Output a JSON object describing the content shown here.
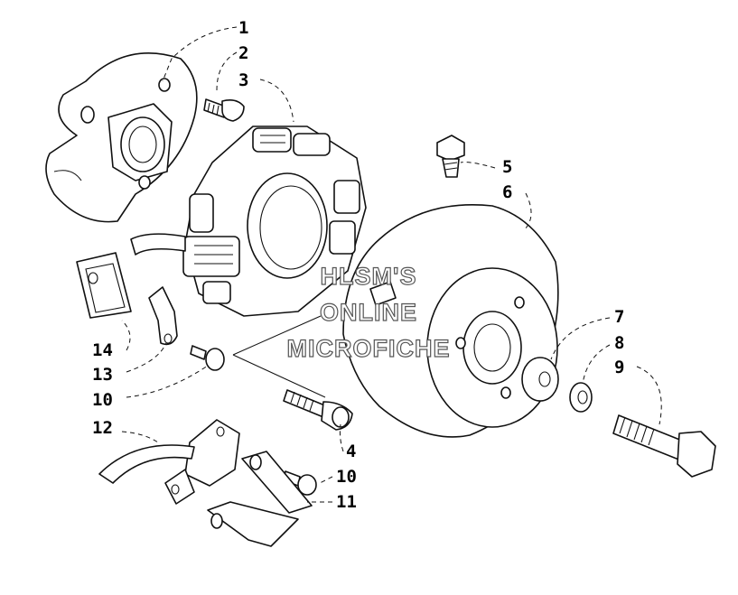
{
  "watermark": {
    "line1": "HLSM'S",
    "line2": "ONLINE",
    "line3": "MICROFICHE"
  },
  "callouts": {
    "c1": "1",
    "c2": "2",
    "c3": "3",
    "c4": "4",
    "c5": "5",
    "c6": "6",
    "c7": "7",
    "c8": "8",
    "c9": "9",
    "c10a": "10",
    "c10b": "10",
    "c11": "11",
    "c12": "12",
    "c13": "13",
    "c14": "14"
  }
}
